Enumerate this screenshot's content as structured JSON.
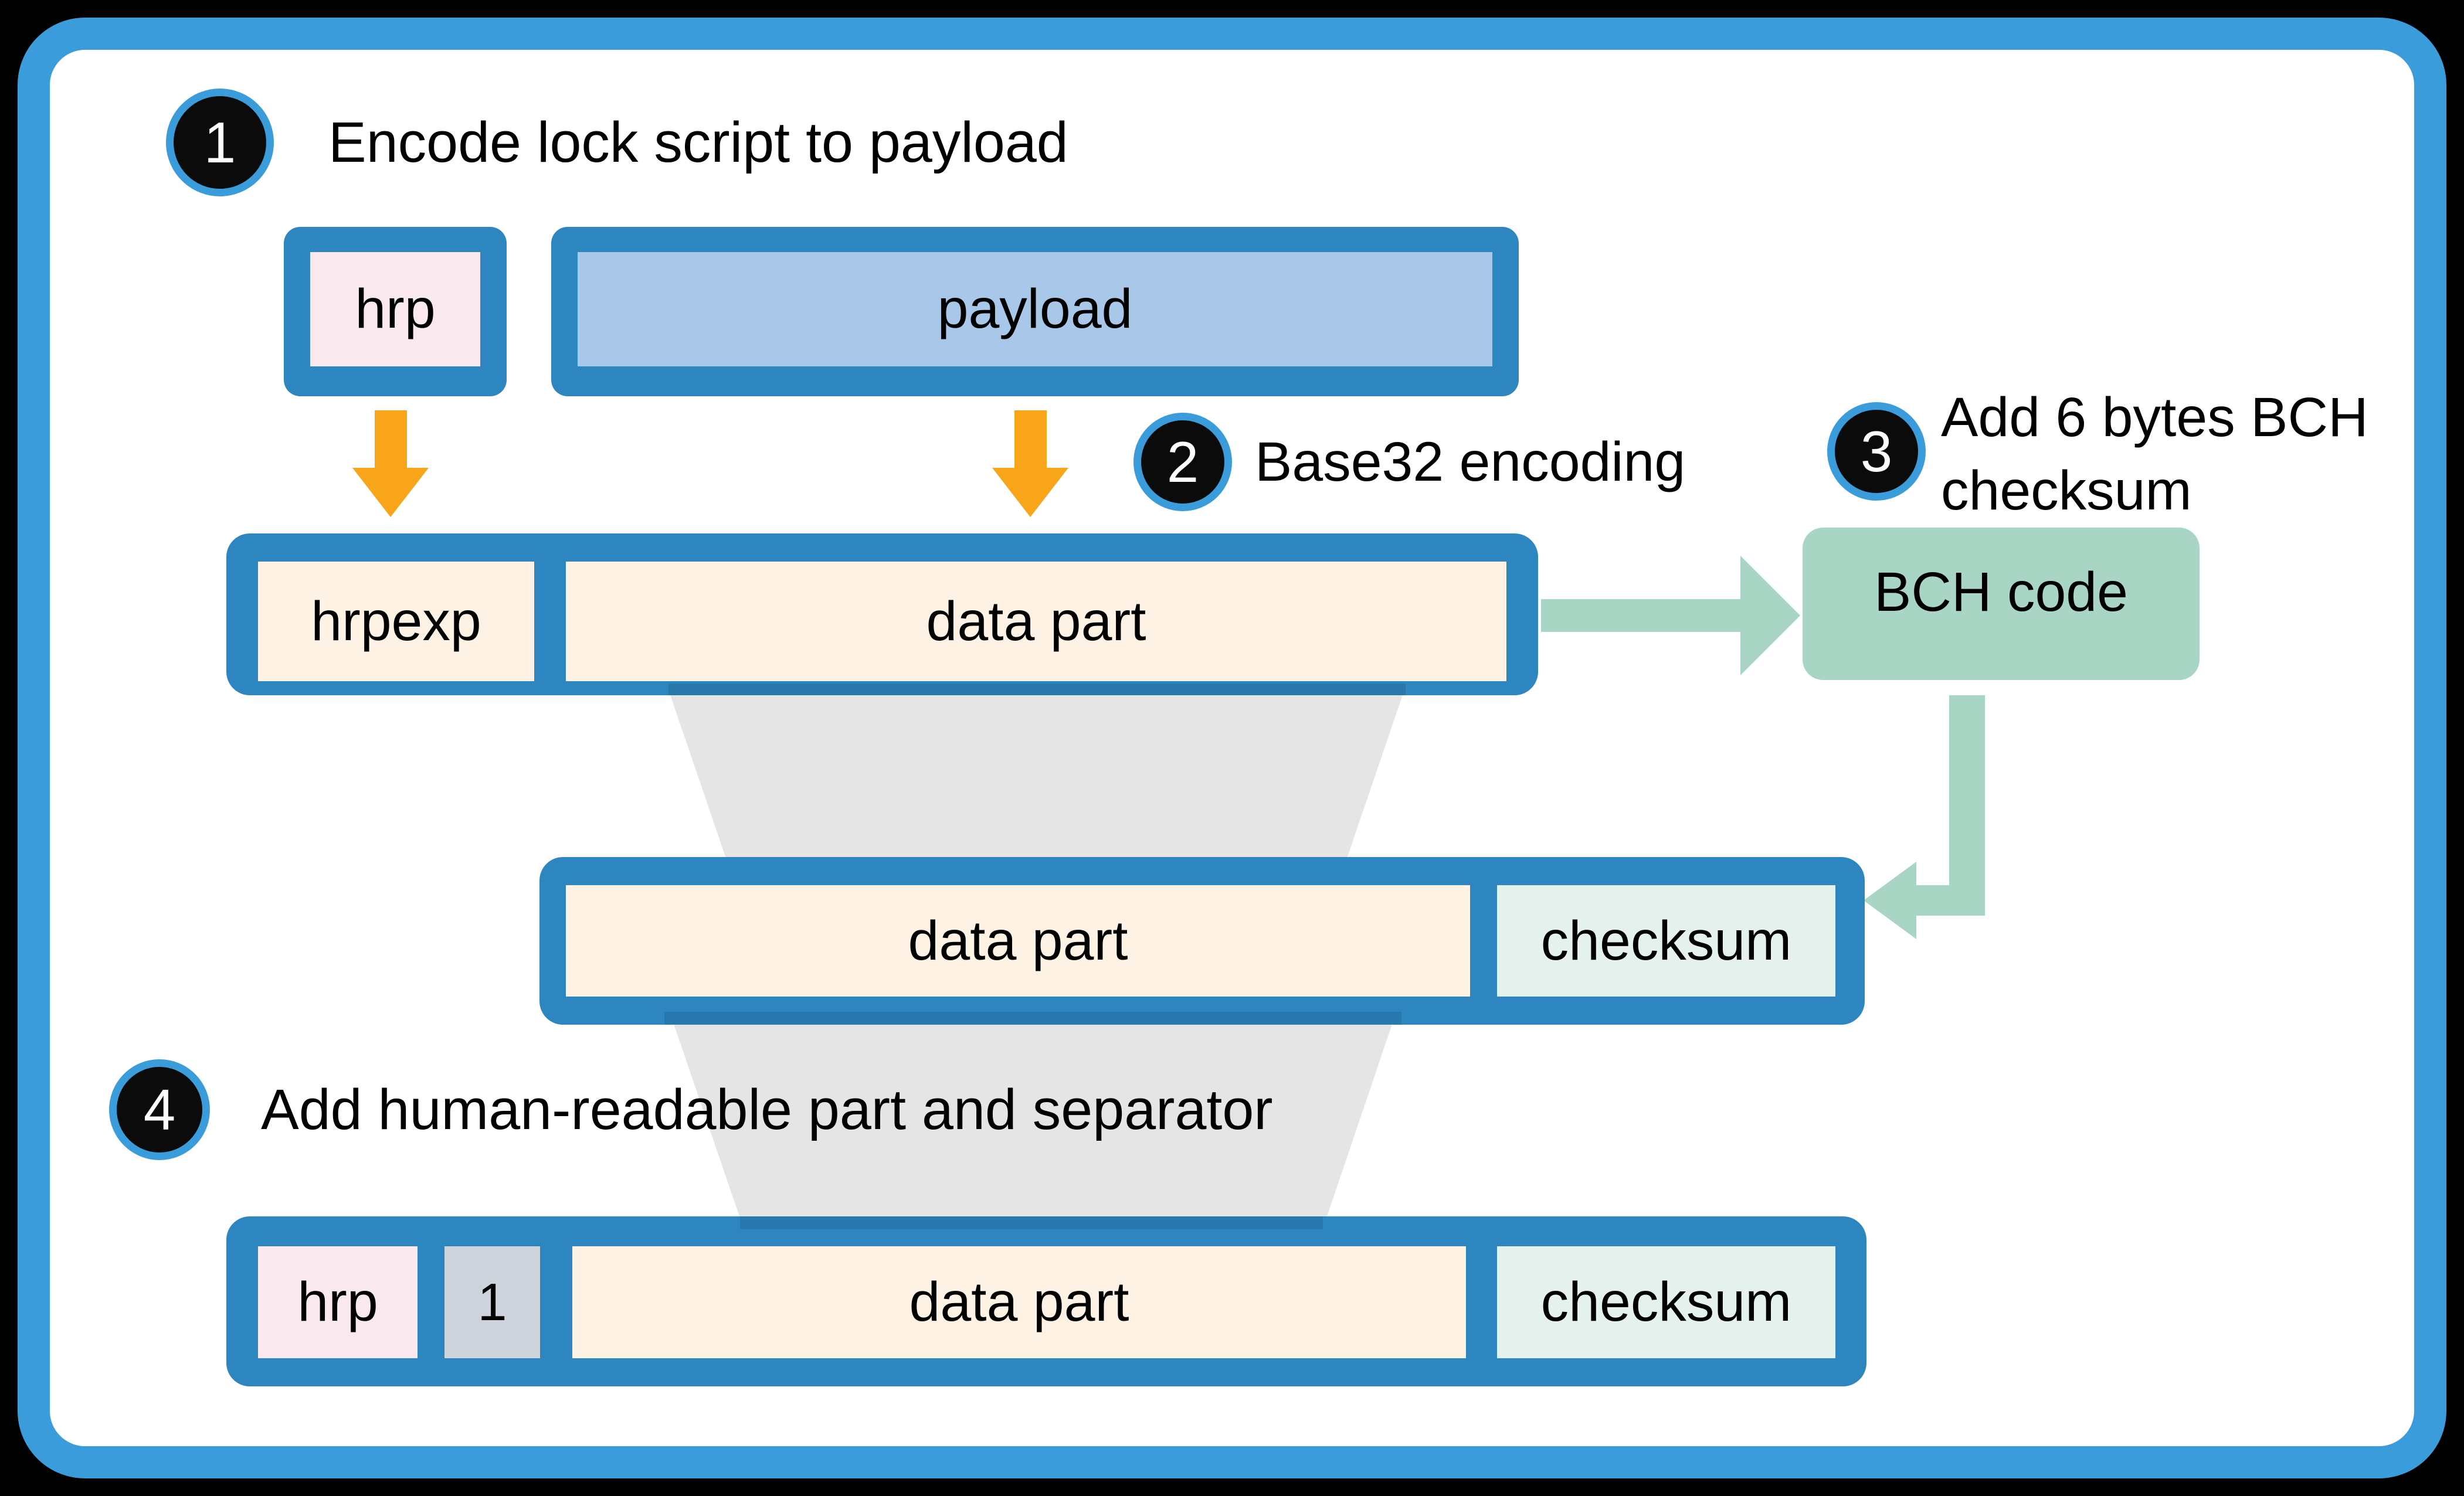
{
  "diagram": {
    "description": "Address encoding flow diagram (bech32-style): encode lock script to payload, base32 encode, add BCH checksum, add human-readable part and separator"
  },
  "steps": [
    {
      "number": "1",
      "title": "Encode lock script to payload"
    },
    {
      "number": "2",
      "title": "Base32 encoding"
    },
    {
      "number": "3",
      "title_line1": "Add 6 bytes BCH",
      "title_line2": "checksum"
    },
    {
      "number": "4",
      "title": "Add human-readable part and separator"
    }
  ],
  "labels": {
    "hrp": "hrp",
    "payload": "payload",
    "hrpexp": "hrpexp",
    "data_part": "data part",
    "bch_code": "BCH code",
    "checksum": "checksum",
    "separator": "1"
  },
  "colors": {
    "frame_blue": "#3A9CDB",
    "box_border_blue": "#2E86C1",
    "overlap_blue": "#2878AC",
    "pink_fill": "#F9E9EF",
    "payload_blue_fill": "#A9C7E8",
    "cream_fill": "#FDF2E3",
    "mint_fill": "#E4F1EC",
    "separator_gray_fill": "#CDD3DA",
    "green": "#A9D6C4",
    "orange": "#F9A51A",
    "funnel_gray": "#E5E5E5",
    "badge_bg": "#0b0b0b",
    "background": "#000000",
    "panel_bg": "#ffffff"
  }
}
